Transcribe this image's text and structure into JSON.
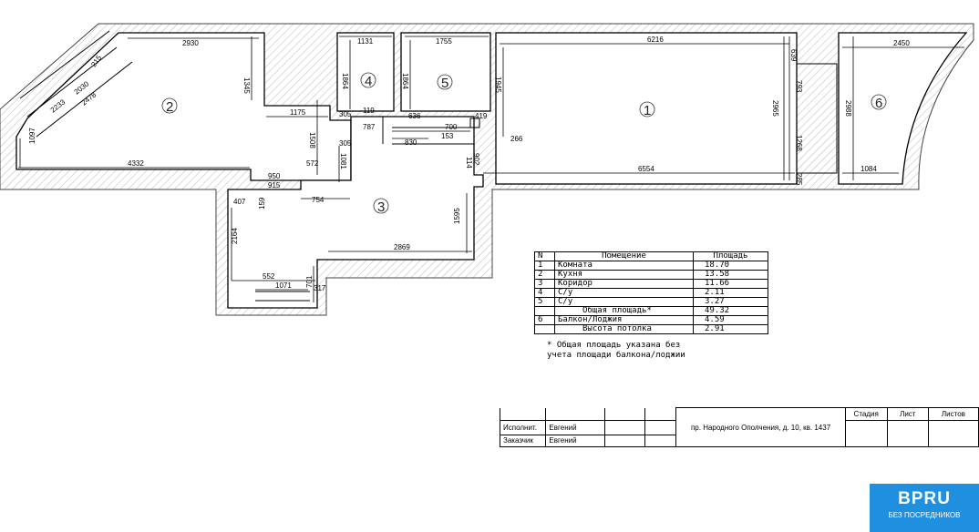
{
  "rooms": [
    "1",
    "2",
    "3",
    "4",
    "5",
    "6"
  ],
  "dims": [
    "2930",
    "1345",
    "1175",
    "305",
    "119",
    "636",
    "700",
    "419",
    "6216",
    "639",
    "2450",
    "2965",
    "793",
    "1268",
    "285",
    "2988",
    "1084",
    "6554",
    "1131",
    "1864",
    "1755",
    "1864",
    "1945",
    "787",
    "1508",
    "305",
    "830",
    "153",
    "266",
    "114",
    "902",
    "572",
    "1081",
    "950",
    "915",
    "754",
    "4332",
    "1097",
    "215",
    "2233",
    "2030",
    "2478",
    "407",
    "159",
    "2164",
    "1595",
    "2869",
    "552",
    "1071",
    "701",
    "317"
  ],
  "legend": {
    "header": [
      "N",
      "Помещение",
      "Площадь"
    ],
    "rows": [
      [
        "1",
        "Комната",
        "18.70"
      ],
      [
        "2",
        "Кухня",
        "13.58"
      ],
      [
        "3",
        "Коридор",
        "11.66"
      ],
      [
        "4",
        "С/у",
        "2.11"
      ],
      [
        "5",
        "С/у",
        "3.27"
      ],
      [
        "",
        "Общая площадь*",
        "49.32"
      ],
      [
        "6",
        "Балкон/Лоджия",
        "4.59"
      ],
      [
        "",
        "Высота потолка",
        "2.91"
      ]
    ],
    "note_line1": "* Общая площадь указана без",
    "note_line2": "учета площади балкона/лоджии"
  },
  "stamp": {
    "executor_label": "Исполнит.",
    "executor_name": "Евгений",
    "customer_label": "Заказчик",
    "customer_name": "Евгений",
    "address": "пр. Народного Ополчения, д. 10, кв. 1437",
    "stage_label": "Стадия",
    "sheet_label": "Лист",
    "sheets_label": "Листов"
  },
  "badge": {
    "brand": "BPRU",
    "tagline": "БЕЗ ПОСРЕДНИКОВ"
  }
}
